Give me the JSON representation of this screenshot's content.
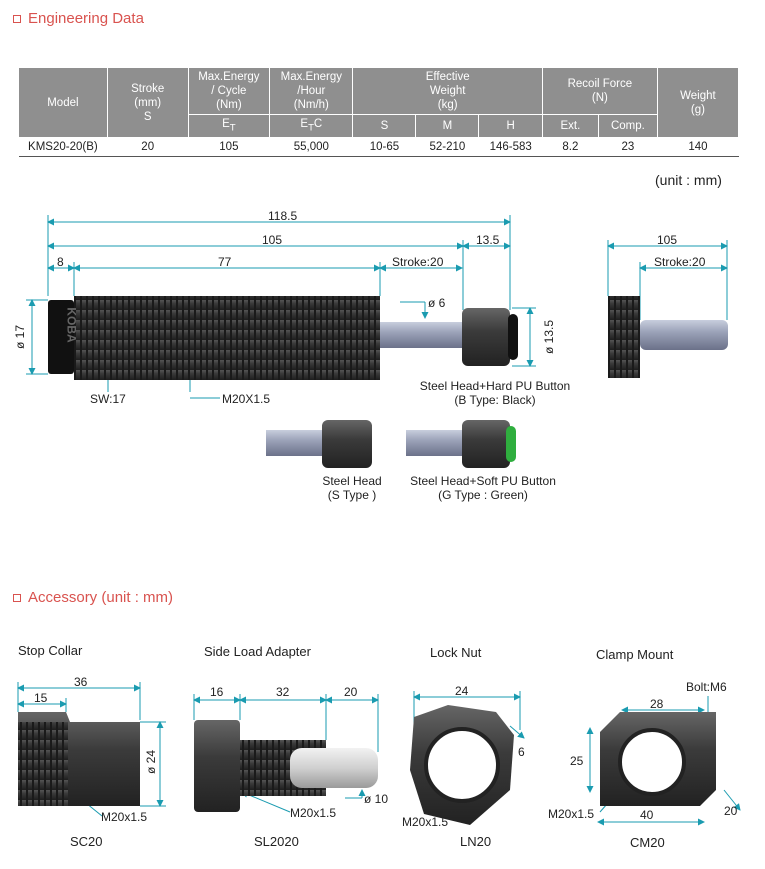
{
  "engineering": {
    "title": "Engineering Data",
    "headers": {
      "model": "Model",
      "stroke": [
        "Stroke",
        "(mm)",
        "S"
      ],
      "energy_cycle": [
        "Max.Energy",
        "/ Cycle",
        "(Nm)"
      ],
      "energy_cycle_sym": "E",
      "energy_cycle_sub": "T",
      "energy_hour": [
        "Max.Energy",
        "/Hour",
        "(Nm/h)"
      ],
      "energy_hour_sym": "E",
      "energy_hour_sub": "T",
      "energy_hour_suf": "C",
      "weight_eff": [
        "Effective",
        "Weight",
        "(kg)"
      ],
      "weight_eff_s": "S",
      "weight_eff_m": "M",
      "weight_eff_h": "H",
      "recoil": [
        "Recoil Force",
        "(N)"
      ],
      "recoil_ext": "Ext.",
      "recoil_comp": "Comp.",
      "weight": [
        "Weight",
        "(g)"
      ]
    },
    "row": {
      "model": "KMS20-20(B)",
      "stroke": "20",
      "energy_cycle": "105",
      "energy_hour": "55,000",
      "eff_s": "10-65",
      "eff_m": "52-210",
      "eff_h": "146-583",
      "ext": "8.2",
      "comp": "23",
      "weight": "140"
    },
    "unit_note": "(unit : mm)"
  },
  "diagram": {
    "dims": {
      "total": "118.5",
      "body": "105",
      "tip": "13.5",
      "left": "8",
      "thread": "77",
      "stroke": "Stroke:20",
      "dia_body": "ø 17",
      "rod": "ø 6",
      "head": "ø 13.5",
      "side_105": "105",
      "side_stroke": "Stroke:20"
    },
    "labels": {
      "sw": "SW:17",
      "thread": "M20X1.5",
      "b_type": [
        "Steel Head+Hard PU Button",
        "(B Type: Black)"
      ],
      "s_type": [
        "Steel Head",
        "(S Type )"
      ],
      "g_type": [
        "Steel Head+Soft PU Button",
        "(G Type : Green)"
      ]
    },
    "logo": "KOBA"
  },
  "accessory": {
    "title": "Accessory (unit : mm)",
    "items": [
      {
        "name": "Stop Collar",
        "code": "SC20",
        "dims": [
          "36",
          "15",
          "ø 24"
        ],
        "thread": "M20x1.5"
      },
      {
        "name": "Side Load Adapter",
        "code": "SL2020",
        "dims": [
          "16",
          "32",
          "20"
        ],
        "thread": "M20x1.5",
        "pin": "ø 10"
      },
      {
        "name": "Lock Nut",
        "code": "LN20",
        "dims": [
          "24",
          "6"
        ],
        "thread": "M20x1.5"
      },
      {
        "name": "Clamp Mount",
        "code": "CM20",
        "dims": [
          "28",
          "25",
          "40",
          "20"
        ],
        "bolt": "Bolt:M6",
        "thread": "M20x1.5"
      }
    ]
  }
}
